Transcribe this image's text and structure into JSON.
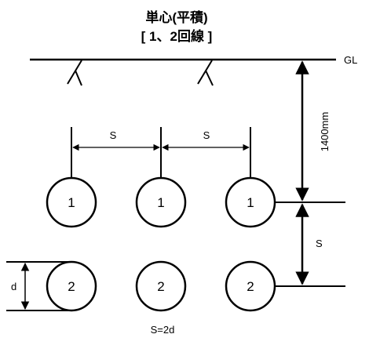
{
  "title": {
    "line1": "単心(平積)",
    "line2": "[ 1、2回線 ]"
  },
  "labels": {
    "ground": "GL",
    "depth": "1400mm",
    "spacing_h1": "S",
    "spacing_h2": "S",
    "spacing_v": "S",
    "diameter": "d",
    "formula": "S=2d"
  },
  "circuits": {
    "row1": [
      "1",
      "1",
      "1"
    ],
    "row2": [
      "2",
      "2",
      "2"
    ]
  }
}
